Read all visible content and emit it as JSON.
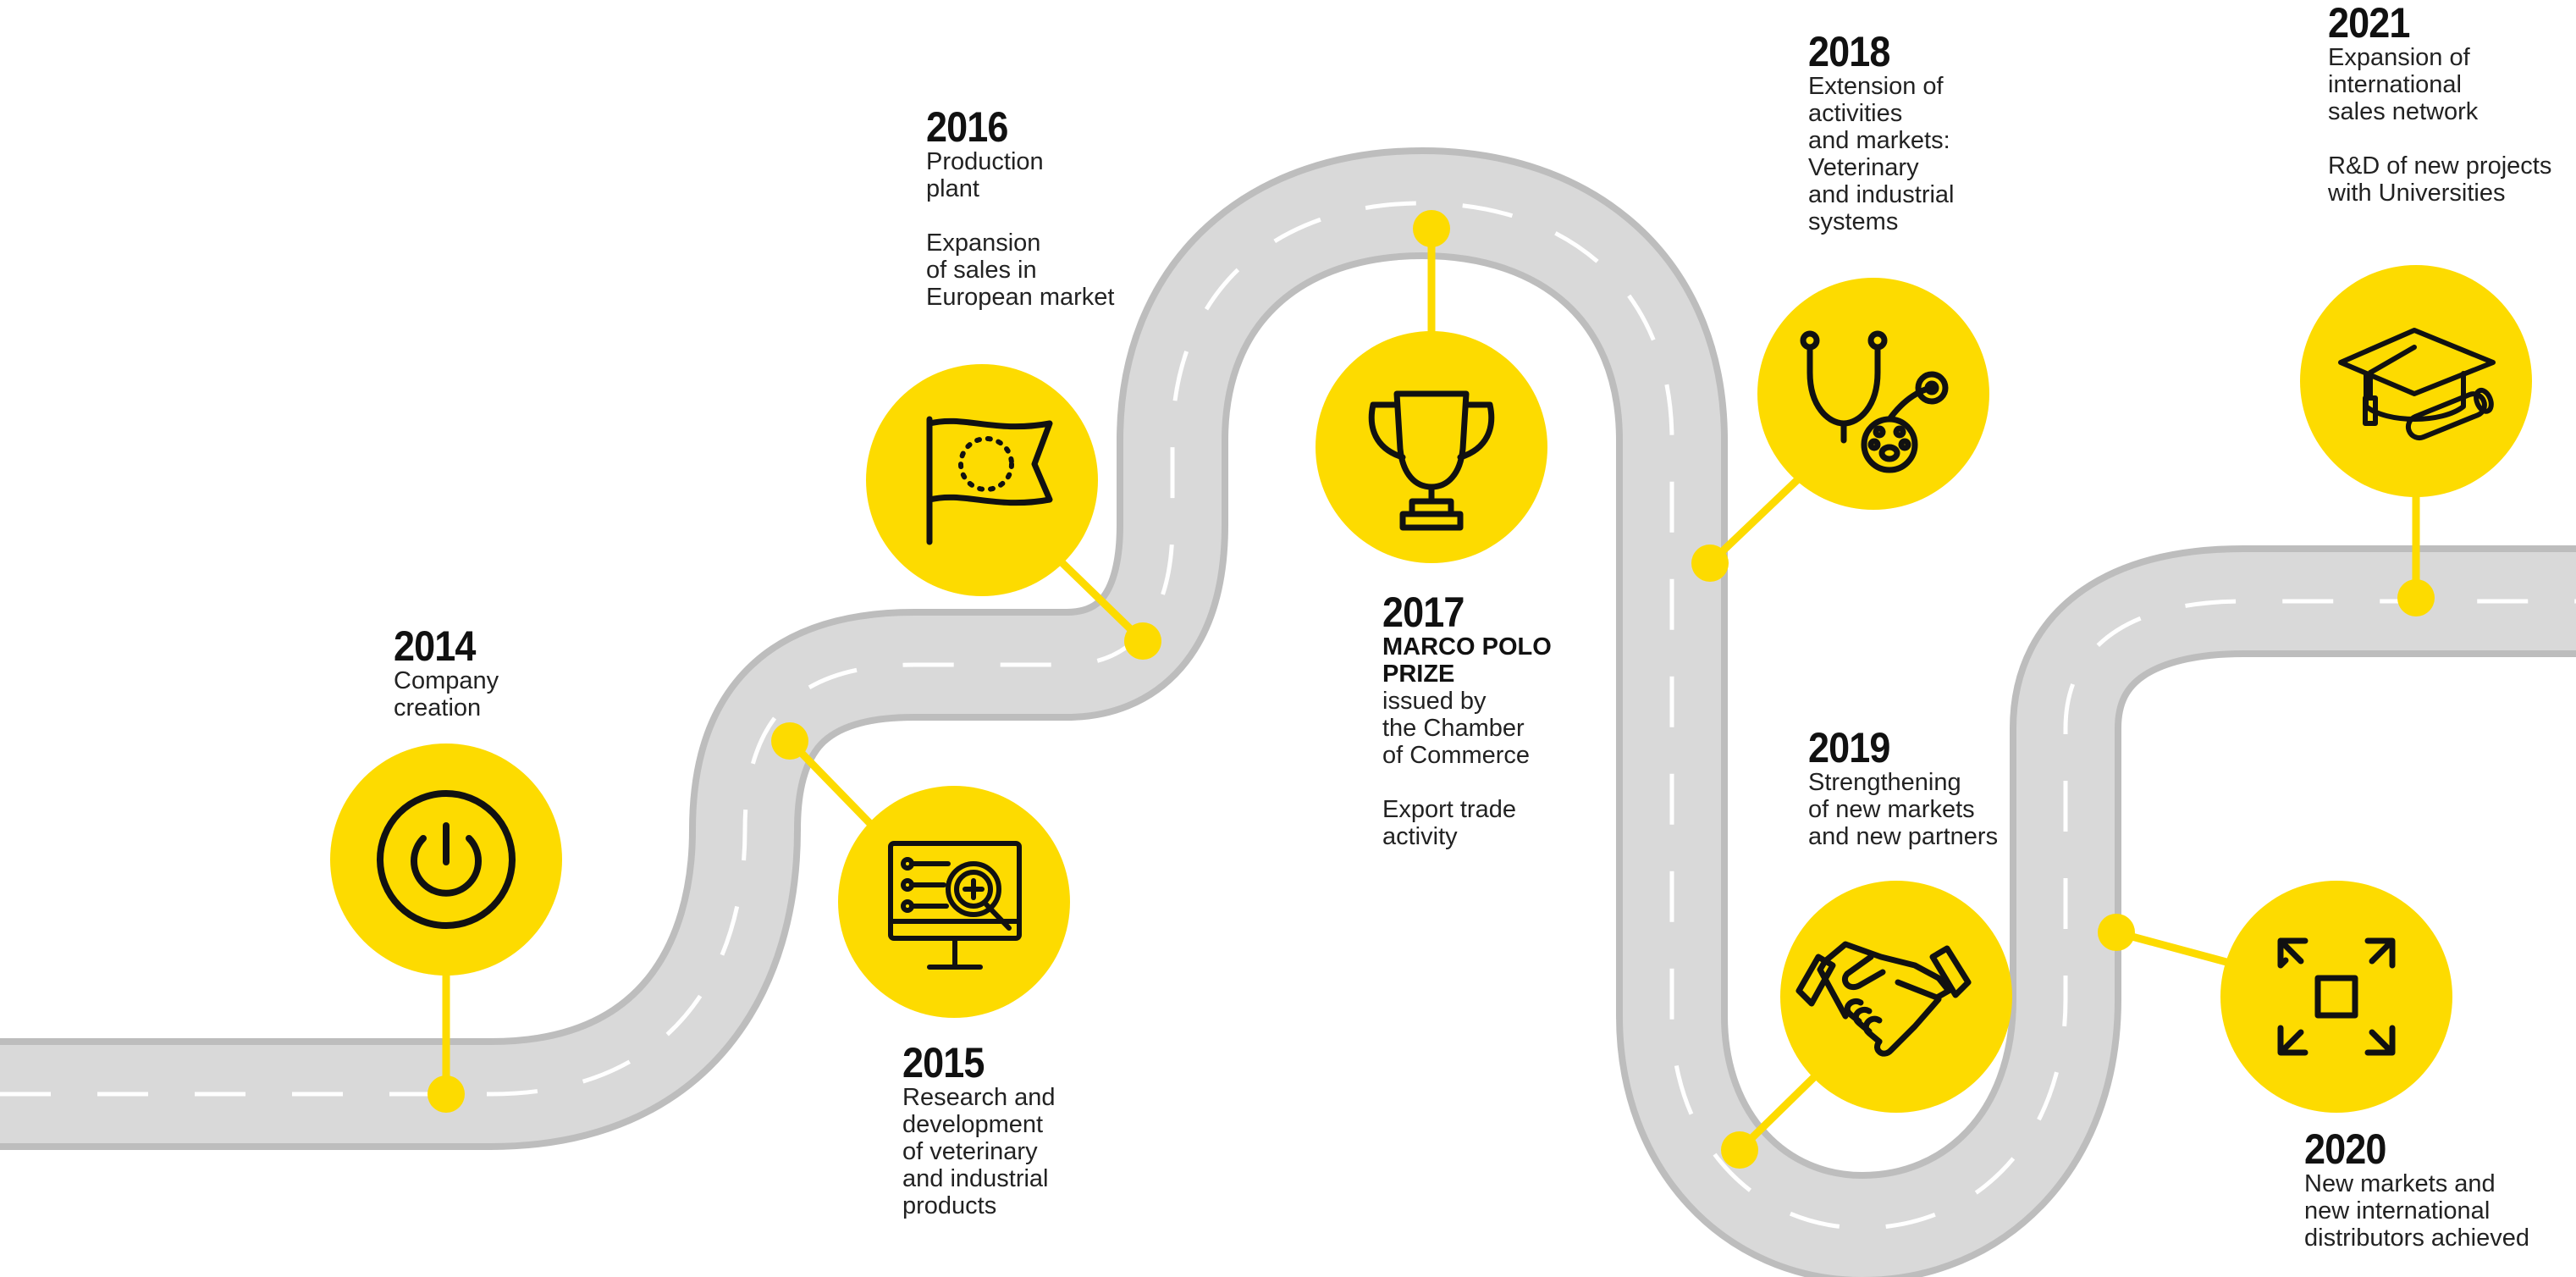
{
  "colors": {
    "accent": "#fddb00",
    "road": "#d9d9d9",
    "road_edge": "#bdbdbd",
    "lane_marks": "#ffffff",
    "icon_stroke": "#111111"
  },
  "milestones": [
    {
      "year": "2014",
      "icon": "power-icon",
      "lines": [
        "Company",
        "creation"
      ]
    },
    {
      "year": "2015",
      "icon": "research-monitor-icon",
      "lines": [
        "Research and",
        "development",
        "of veterinary",
        "and industrial",
        "products"
      ]
    },
    {
      "year": "2016",
      "icon": "eu-flag-icon",
      "lines": [
        "Production",
        "plant",
        "",
        "Expansion",
        "of sales in",
        "European market"
      ]
    },
    {
      "year": "2017",
      "icon": "trophy-icon",
      "lines_bold": [
        "MARCO POLO",
        "PRIZE"
      ],
      "lines": [
        "issued by",
        "the Chamber",
        "of Commerce",
        "",
        "Export trade",
        "activity"
      ]
    },
    {
      "year": "2018",
      "icon": "stethoscope-paw-icon",
      "lines": [
        "Extension of",
        "activities",
        "and markets:",
        "Veterinary",
        "and industrial",
        "systems"
      ]
    },
    {
      "year": "2019",
      "icon": "handshake-icon",
      "lines": [
        "Strengthening",
        "of new markets",
        "and new partners"
      ]
    },
    {
      "year": "2020",
      "icon": "expand-arrows-icon",
      "lines": [
        "New markets and",
        "new international",
        "distributors achieved"
      ]
    },
    {
      "year": "2021",
      "icon": "graduation-cap-icon",
      "lines": [
        "Expansion of",
        "international",
        "sales network",
        "",
        "R&D of new projects",
        "with Universities"
      ]
    }
  ]
}
